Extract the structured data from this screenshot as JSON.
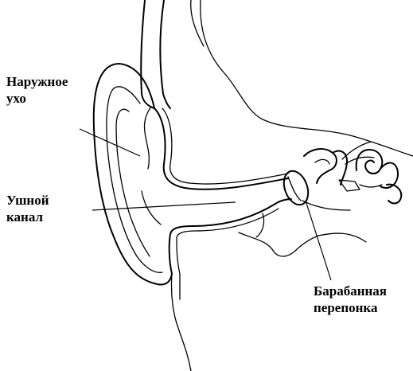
{
  "labels": {
    "outer_ear": [
      "Наружное",
      "ухо"
    ],
    "ear_canal": [
      "Ушной",
      "канал"
    ],
    "eardrum": [
      "Барабанная",
      "перепонка"
    ]
  }
}
